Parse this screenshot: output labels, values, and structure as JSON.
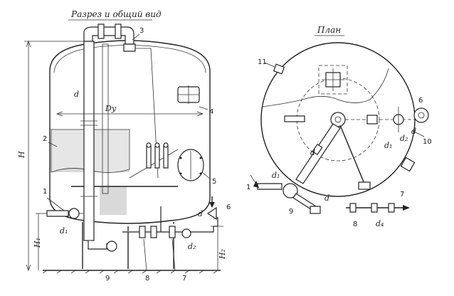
{
  "titles": {
    "section": "Разрез и общий вид",
    "plan": "План"
  },
  "section_labels": {
    "H": "H",
    "H1": "H₁",
    "H2": "H₂",
    "Dy": "Dу",
    "d": "d",
    "d_left": "d",
    "d1": "d₁",
    "d2": "d₂",
    "n1": "1",
    "n2": "2",
    "n3": "3",
    "n4": "4",
    "n5": "5",
    "n6": "6",
    "n7": "7",
    "n8": "8",
    "n9": "9"
  },
  "plan_labels": {
    "d": "d",
    "d1": "d₁",
    "d1b": "d₁",
    "d2": "d₂",
    "d_right": "d",
    "d_bottom": "d",
    "d4": "d₄",
    "n1": "1",
    "n6": "6",
    "n7": "7",
    "n8": "8",
    "n9": "9",
    "n10": "10",
    "n11": "11"
  }
}
